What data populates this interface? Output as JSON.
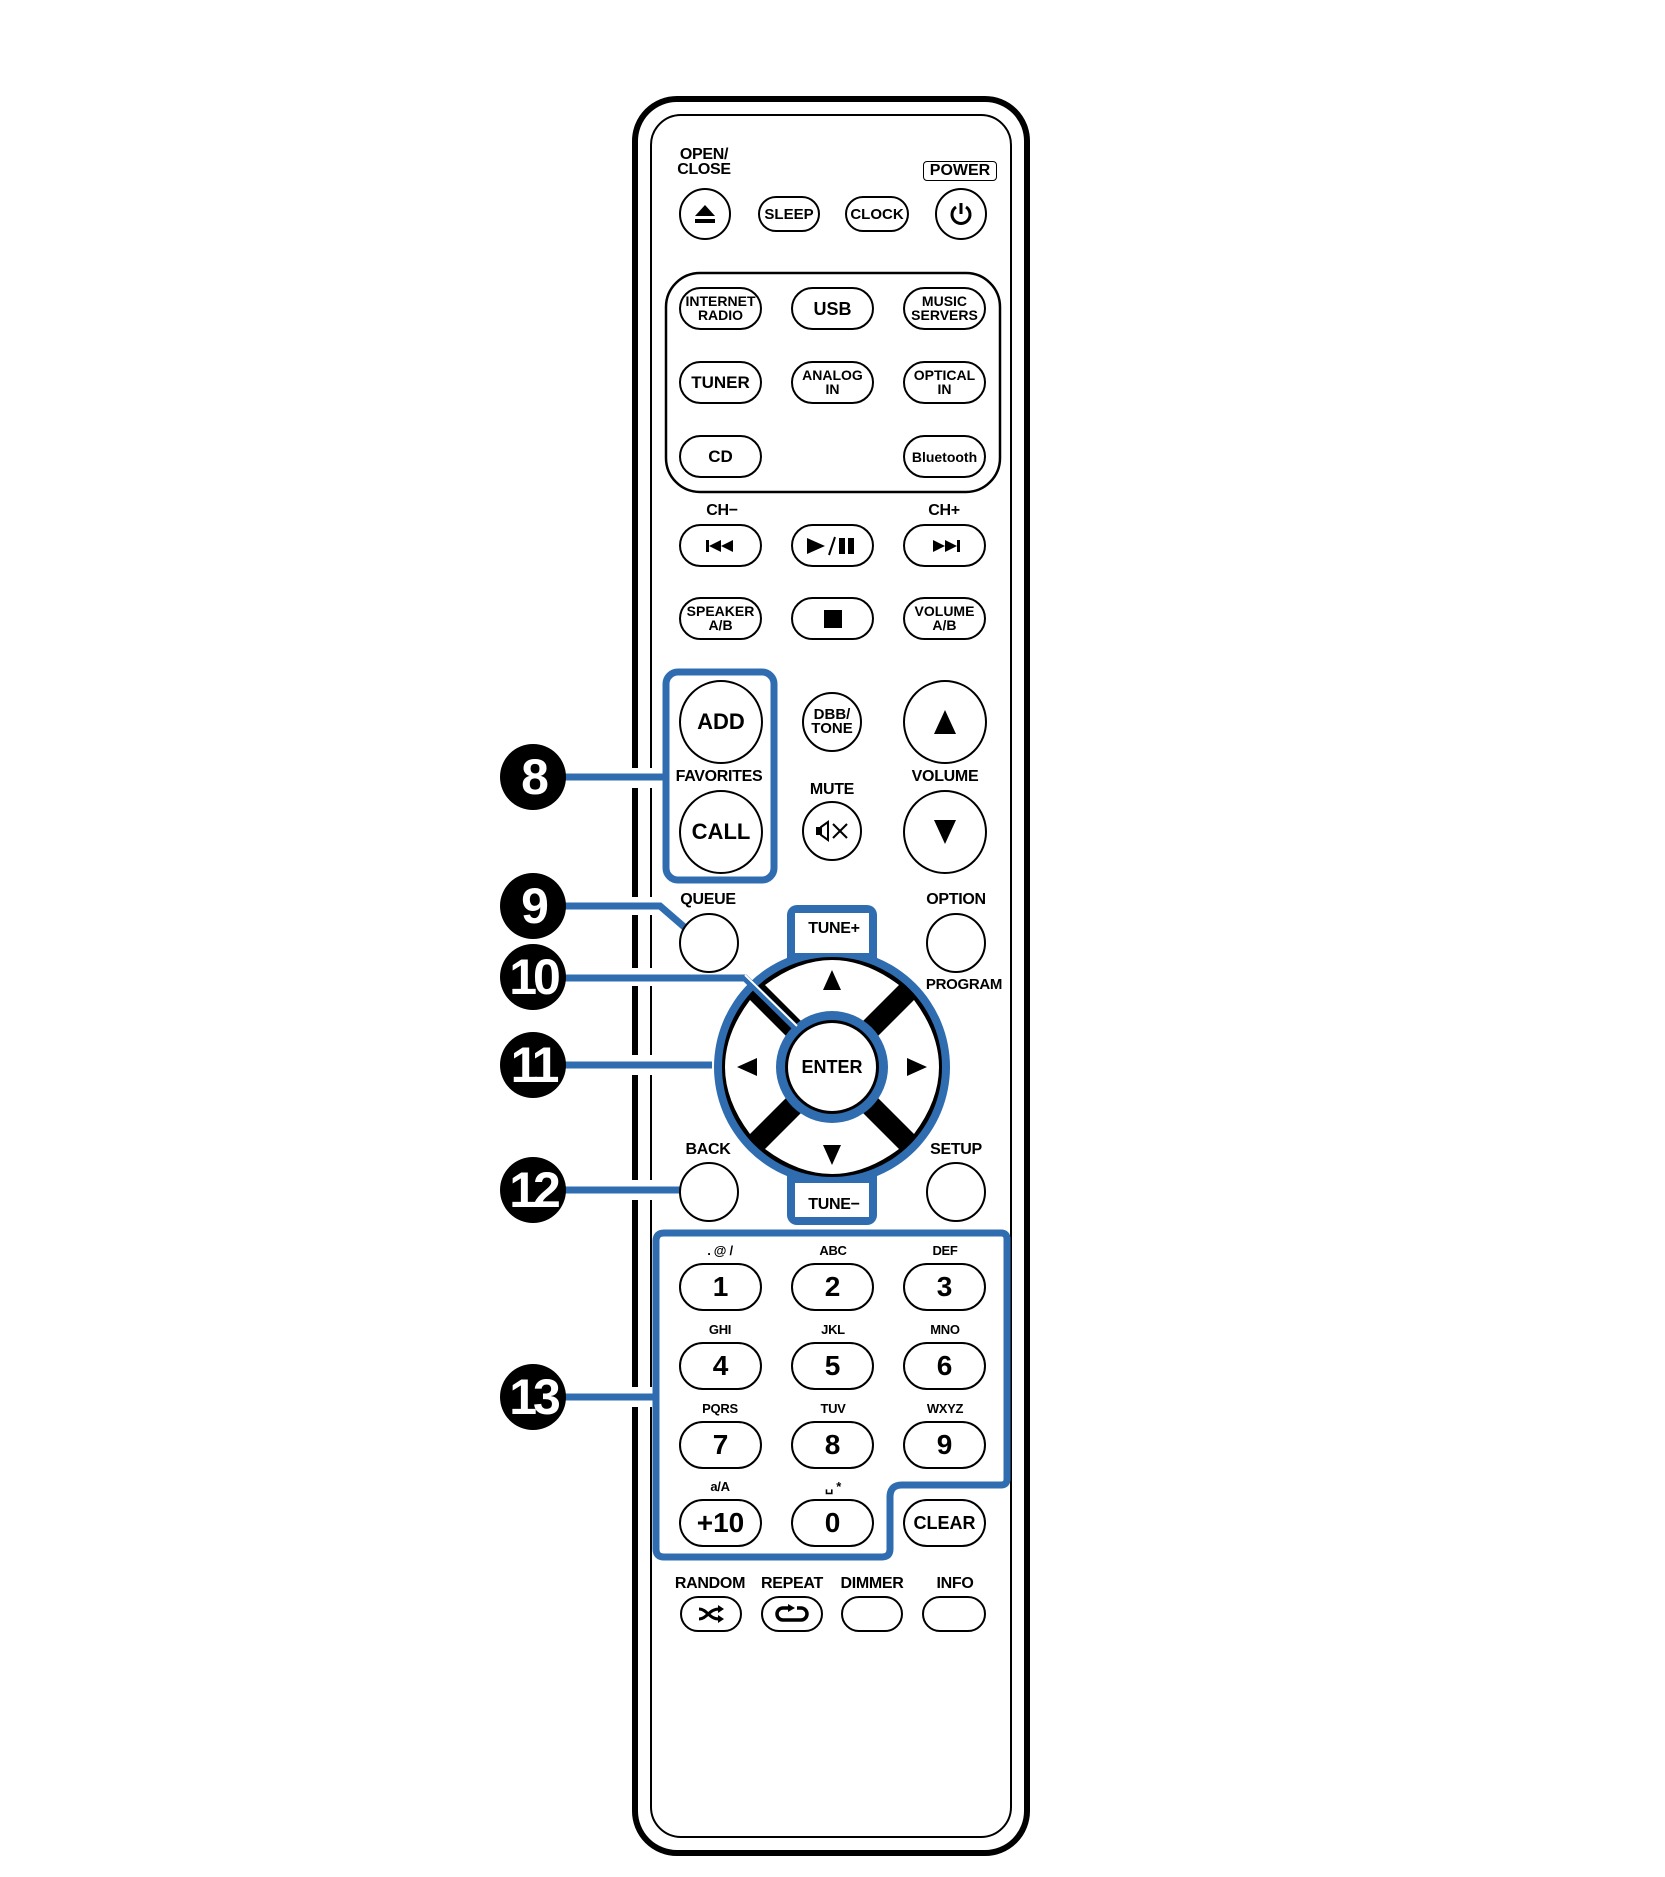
{
  "colors": {
    "highlight": "#2F6DB0",
    "outline": "#000000",
    "background": "#FFFFFF"
  },
  "top_row": {
    "open_close": {
      "label_line1": "OPEN/",
      "label_line2": "CLOSE",
      "icon": "eject-icon"
    },
    "sleep": "SLEEP",
    "clock": "CLOCK",
    "power": {
      "label": "POWER",
      "icon": "power-icon"
    }
  },
  "input_sources": [
    {
      "line1": "INTERNET",
      "line2": "RADIO"
    },
    {
      "line1": "USB",
      "line2": ""
    },
    {
      "line1": "MUSIC",
      "line2": "SERVERS"
    },
    {
      "line1": "TUNER",
      "line2": ""
    },
    {
      "line1": "ANALOG",
      "line2": "IN"
    },
    {
      "line1": "OPTICAL",
      "line2": "IN"
    },
    {
      "line1": "CD",
      "line2": ""
    },
    {
      "line1": "Bluetooth",
      "line2": ""
    }
  ],
  "transport": {
    "ch_minus": "CH−",
    "ch_plus": "CH+",
    "prev_icon": "skip-back-icon",
    "play_pause_icon": "play-pause-icon",
    "next_icon": "skip-forward-icon",
    "speaker_ab": {
      "line1": "SPEAKER",
      "line2": "A/B"
    },
    "stop_icon": "stop-icon",
    "volume_ab": {
      "line1": "VOLUME",
      "line2": "A/B"
    }
  },
  "favorites": {
    "add": "ADD",
    "label": "FAVORITES",
    "call": "CALL"
  },
  "dbb_tone": {
    "line1": "DBB/",
    "line2": "TONE"
  },
  "mute": {
    "label": "MUTE",
    "icon": "mute-icon"
  },
  "volume": {
    "label": "VOLUME",
    "up_icon": "triangle-up-icon",
    "down_icon": "triangle-down-icon"
  },
  "navigation": {
    "queue": "QUEUE",
    "option": "OPTION",
    "program": "PROGRAM",
    "tune_plus": "TUNE+",
    "tune_minus": "TUNE−",
    "enter": "ENTER",
    "back": "BACK",
    "setup": "SETUP"
  },
  "number_pad": [
    {
      "sub": ". @ /",
      "key": "1"
    },
    {
      "sub": "ABC",
      "key": "2"
    },
    {
      "sub": "DEF",
      "key": "3"
    },
    {
      "sub": "GHI",
      "key": "4"
    },
    {
      "sub": "JKL",
      "key": "5"
    },
    {
      "sub": "MNO",
      "key": "6"
    },
    {
      "sub": "PQRS",
      "key": "7"
    },
    {
      "sub": "TUV",
      "key": "8"
    },
    {
      "sub": "WXYZ",
      "key": "9"
    },
    {
      "sub": "a/A",
      "key": "+10"
    },
    {
      "sub": "␣ *",
      "key": "0"
    }
  ],
  "clear": "CLEAR",
  "bottom_row": {
    "random": "RANDOM",
    "repeat": "REPEAT",
    "dimmer": "DIMMER",
    "info": "INFO"
  },
  "callouts": [
    "8",
    "9",
    "10",
    "11",
    "12",
    "13"
  ]
}
